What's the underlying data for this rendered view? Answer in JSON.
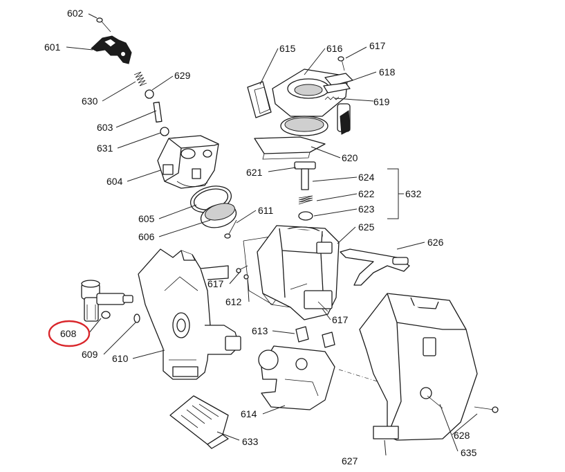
{
  "diagram": {
    "title": "Brew unit exploded view",
    "highlighted_part": "608",
    "highlight_color": "#d9262b",
    "line_color": "#1a1a1a",
    "parts": {
      "p601": "601",
      "p602": "602",
      "p603": "603",
      "p604": "604",
      "p605": "605",
      "p606": "606",
      "p608": "608",
      "p609": "609",
      "p610": "610",
      "p611": "611",
      "p612": "612",
      "p613": "613",
      "p614": "614",
      "p615": "615",
      "p616": "616",
      "p617a": "617",
      "p617b": "617",
      "p617c": "617",
      "p618": "618",
      "p619": "619",
      "p620": "620",
      "p621": "621",
      "p622": "622",
      "p623": "623",
      "p624": "624",
      "p625": "625",
      "p626": "626",
      "p627": "627",
      "p628": "628",
      "p629": "629",
      "p630": "630",
      "p631": "631",
      "p632": "632",
      "p633": "633",
      "p635": "635"
    }
  }
}
